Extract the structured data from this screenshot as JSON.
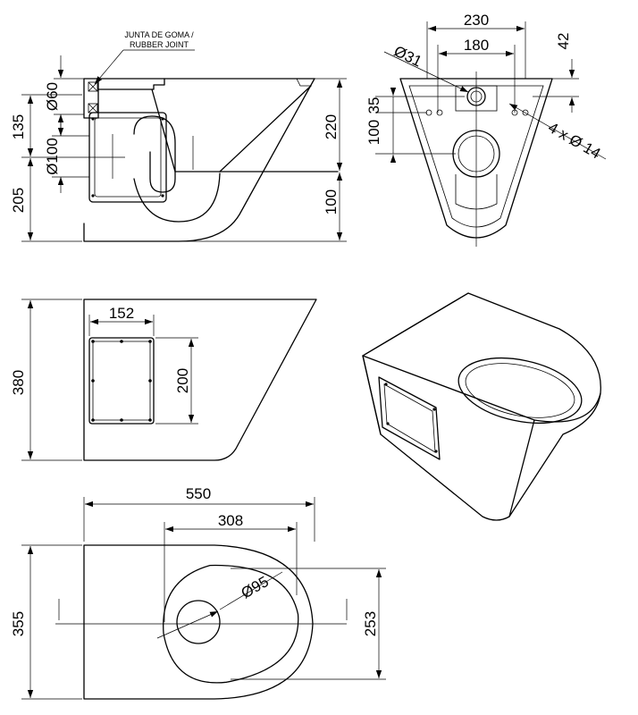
{
  "labels": {
    "rubber_joint_es": "JUNTA DE GOMA /",
    "rubber_joint_en": "RUBBER JOINT"
  },
  "side_view": {
    "d60": "Ø60",
    "d100": "Ø100",
    "h135": "135",
    "h205": "205",
    "h220": "220",
    "h100": "100"
  },
  "rear_view": {
    "w230": "230",
    "w180": "180",
    "h42": "42",
    "d31": "Ø31",
    "h100": "100",
    "h35": "35",
    "holes": "4 x Ø 14"
  },
  "panel_view": {
    "w152": "152",
    "h200": "200",
    "h380": "380"
  },
  "top_view": {
    "w550": "550",
    "w308": "308",
    "d95": "Ø95",
    "h355": "355",
    "h253": "253"
  }
}
